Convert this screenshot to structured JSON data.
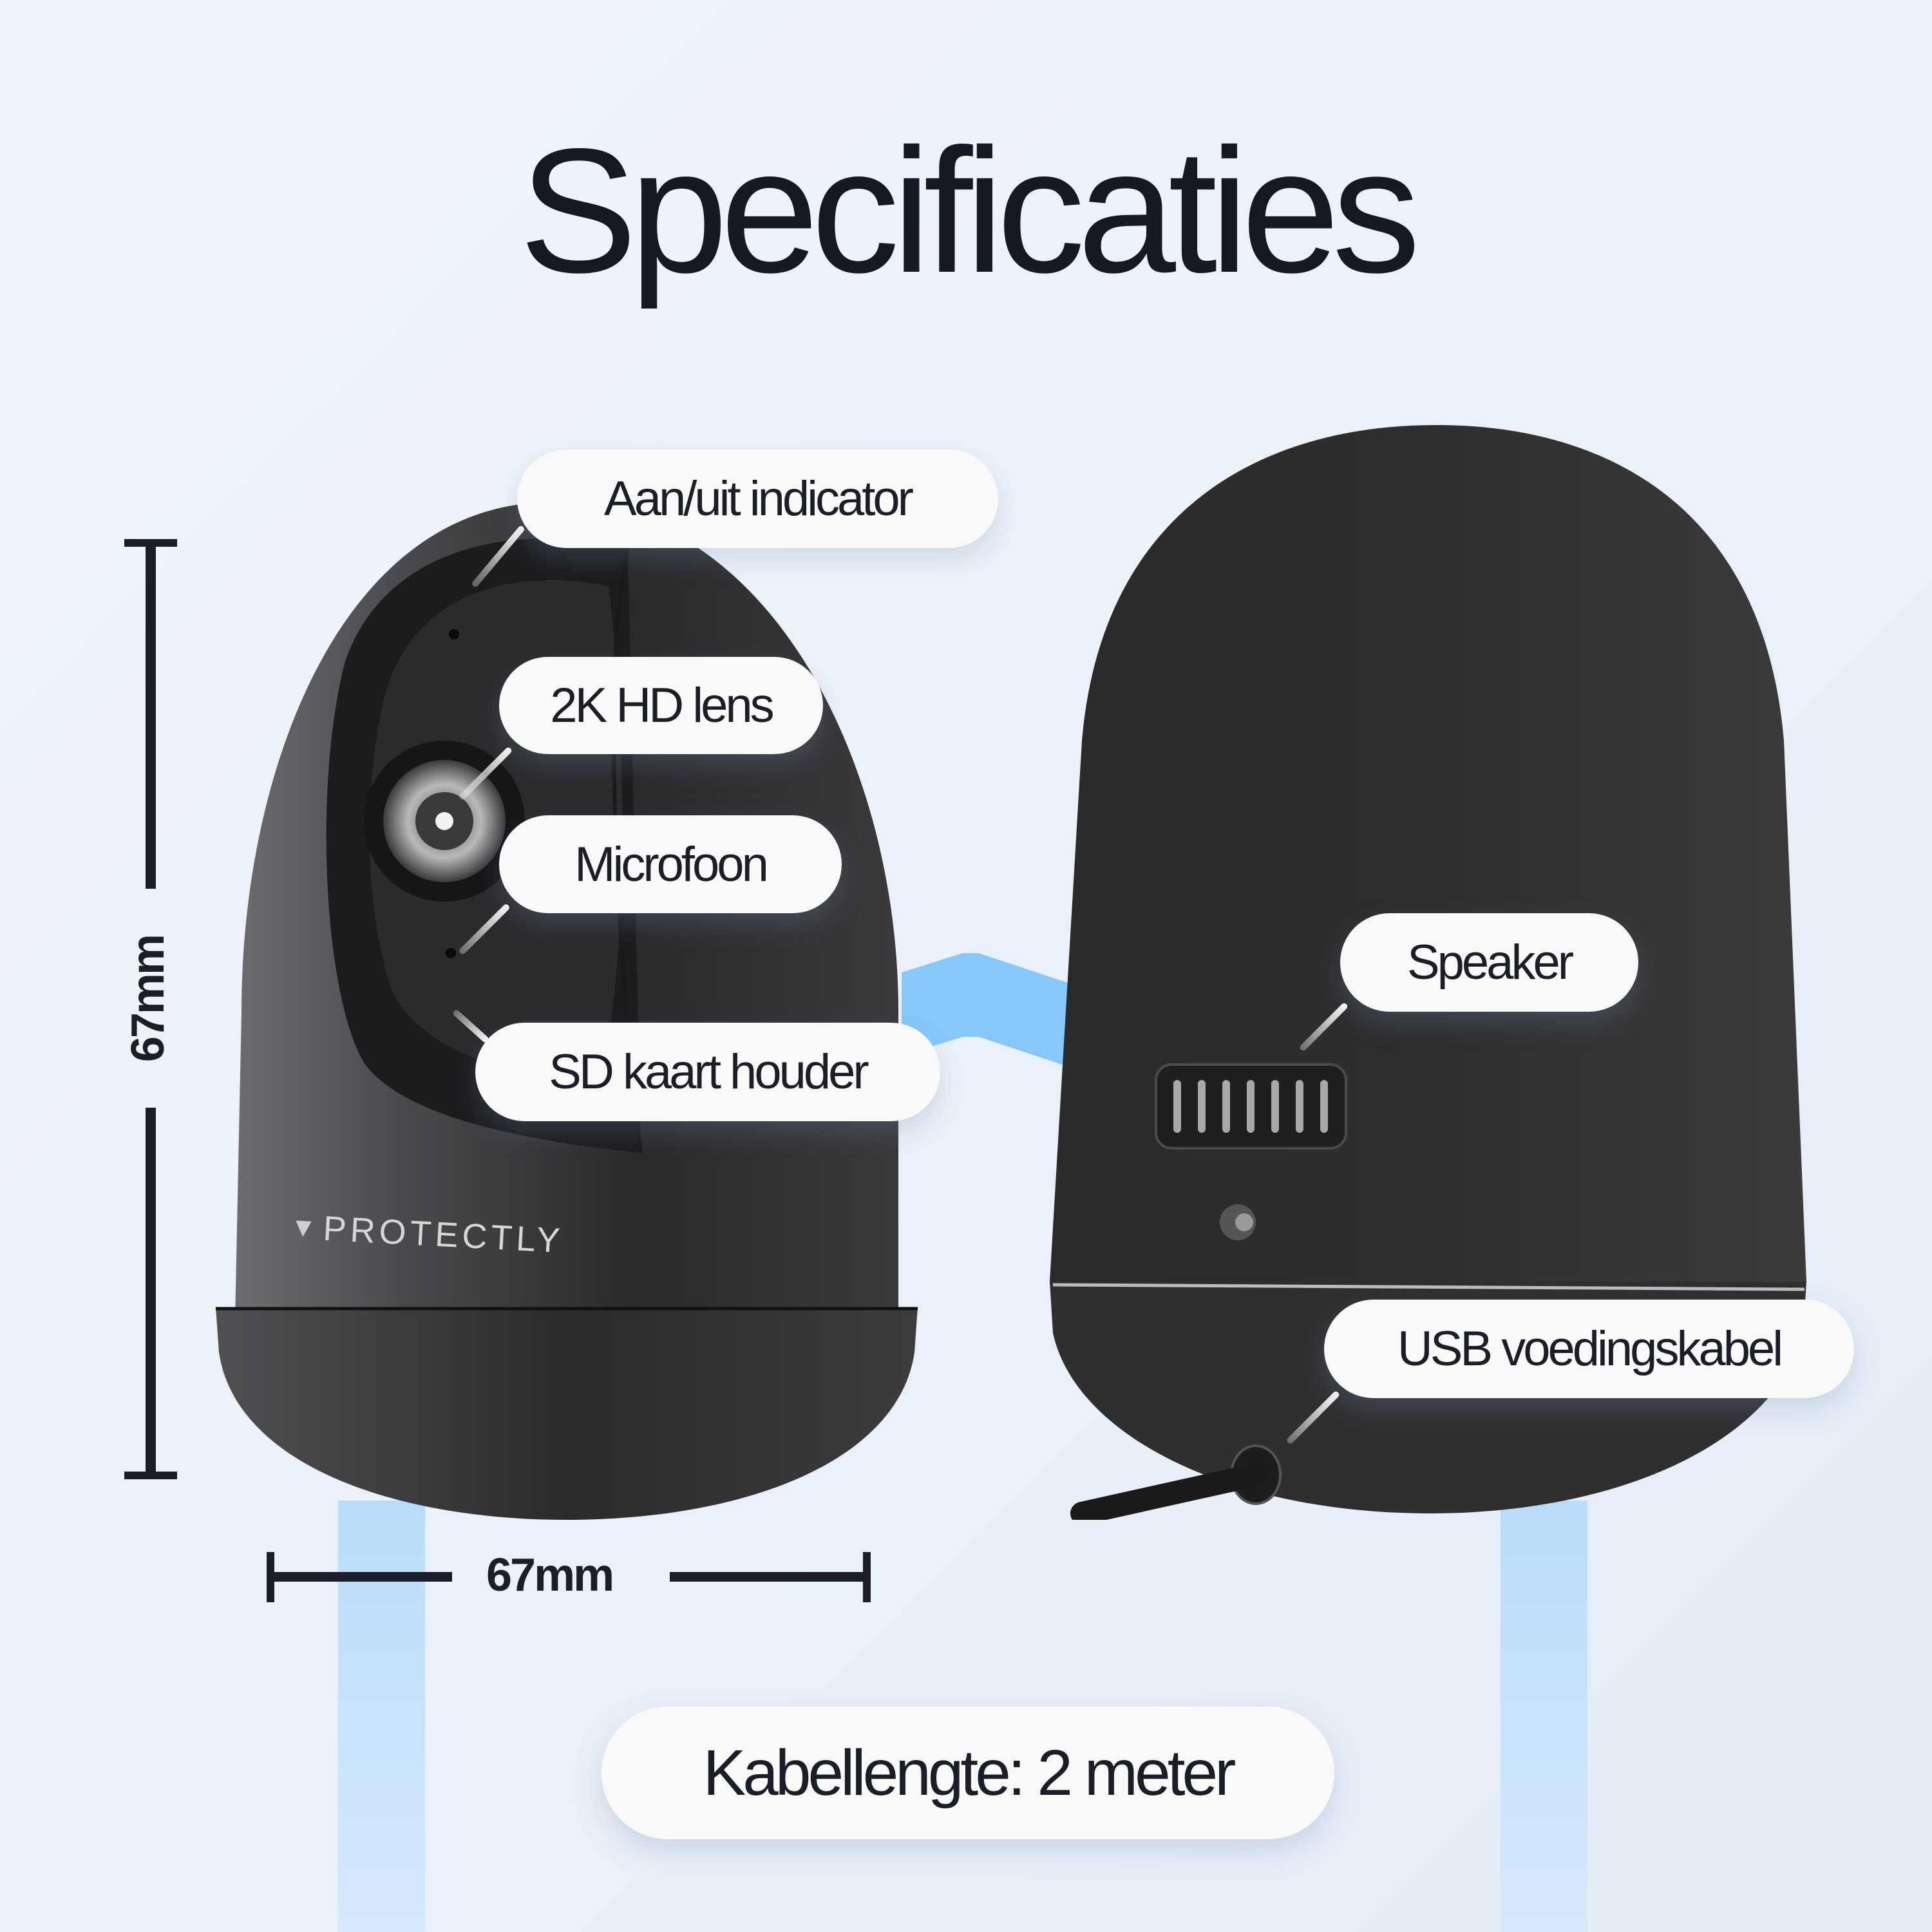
{
  "title": "Specificaties",
  "brand": {
    "logo_text": "PROTECTLY",
    "icon": "shield-check-icon"
  },
  "callouts": {
    "front": [
      {
        "label": "Aan/uit indicator"
      },
      {
        "label": "2K HD lens"
      },
      {
        "label": "Microfoon"
      },
      {
        "label": "SD kaart houder"
      }
    ],
    "back": [
      {
        "label": "Speaker"
      },
      {
        "label": "USB voedingskabel"
      }
    ]
  },
  "dimensions": {
    "height": "67mm",
    "width": "67mm"
  },
  "cable_length": "Kabellengte: 2 meter",
  "colors": {
    "background": "#eaf1fa",
    "title": "#161923",
    "cable_accent": "#86c8fb",
    "camera_body": "#2f2f31",
    "pill_bg": "#f9f9fa"
  }
}
